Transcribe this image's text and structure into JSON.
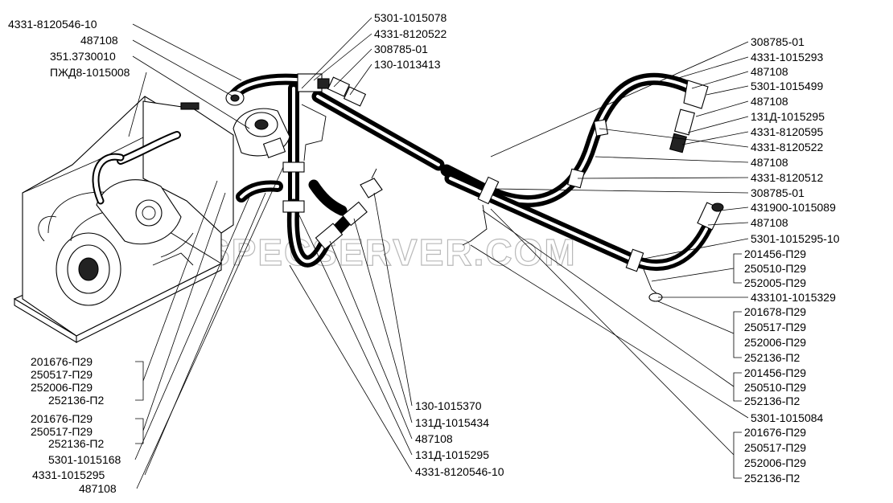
{
  "watermark": "SPECSERVER.COM",
  "labels_left_top": [
    "4331-8120546-10",
    "487108",
    "351.3730010",
    "ПЖД8-1015008"
  ],
  "labels_center_top": [
    "5301-1015078",
    "4331-8120522",
    "308785-01",
    "130-1013413"
  ],
  "labels_right": [
    "308785-01",
    "4331-1015293",
    "487108",
    "5301-1015499",
    "487108",
    "131Д-1015295",
    "4331-8120595",
    "4331-8120522",
    "487108",
    "4331-8120512",
    "308785-01",
    "431900-1015089",
    "487108",
    "5301-1015295-10"
  ],
  "group_r1": [
    "201456-П29",
    "250510-П29",
    "252005-П29"
  ],
  "label_r_single": "433101-1015329",
  "group_r2": [
    "201678-П29",
    "250517-П29",
    "252006-П29",
    "252136-П2"
  ],
  "group_r3": [
    "201456-П29",
    "250510-П29",
    "252136-П2"
  ],
  "label_r_single2": "5301-1015084",
  "group_r4": [
    "201676-П29",
    "250517-П29",
    "252006-П29",
    "252136-П2"
  ],
  "group_l1": [
    "201676-П29",
    "250517-П29",
    "252006-П29",
    "252136-П2"
  ],
  "group_l2": [
    "201676-П29",
    "250517-П29",
    "252136-П2"
  ],
  "labels_left_bottom": [
    "5301-1015168",
    "4331-1015295",
    "487108"
  ],
  "labels_bottom_center": [
    "130-1015370",
    "131Д-1015434",
    "487108",
    "131Д-1015295",
    "4331-8120546-10"
  ]
}
